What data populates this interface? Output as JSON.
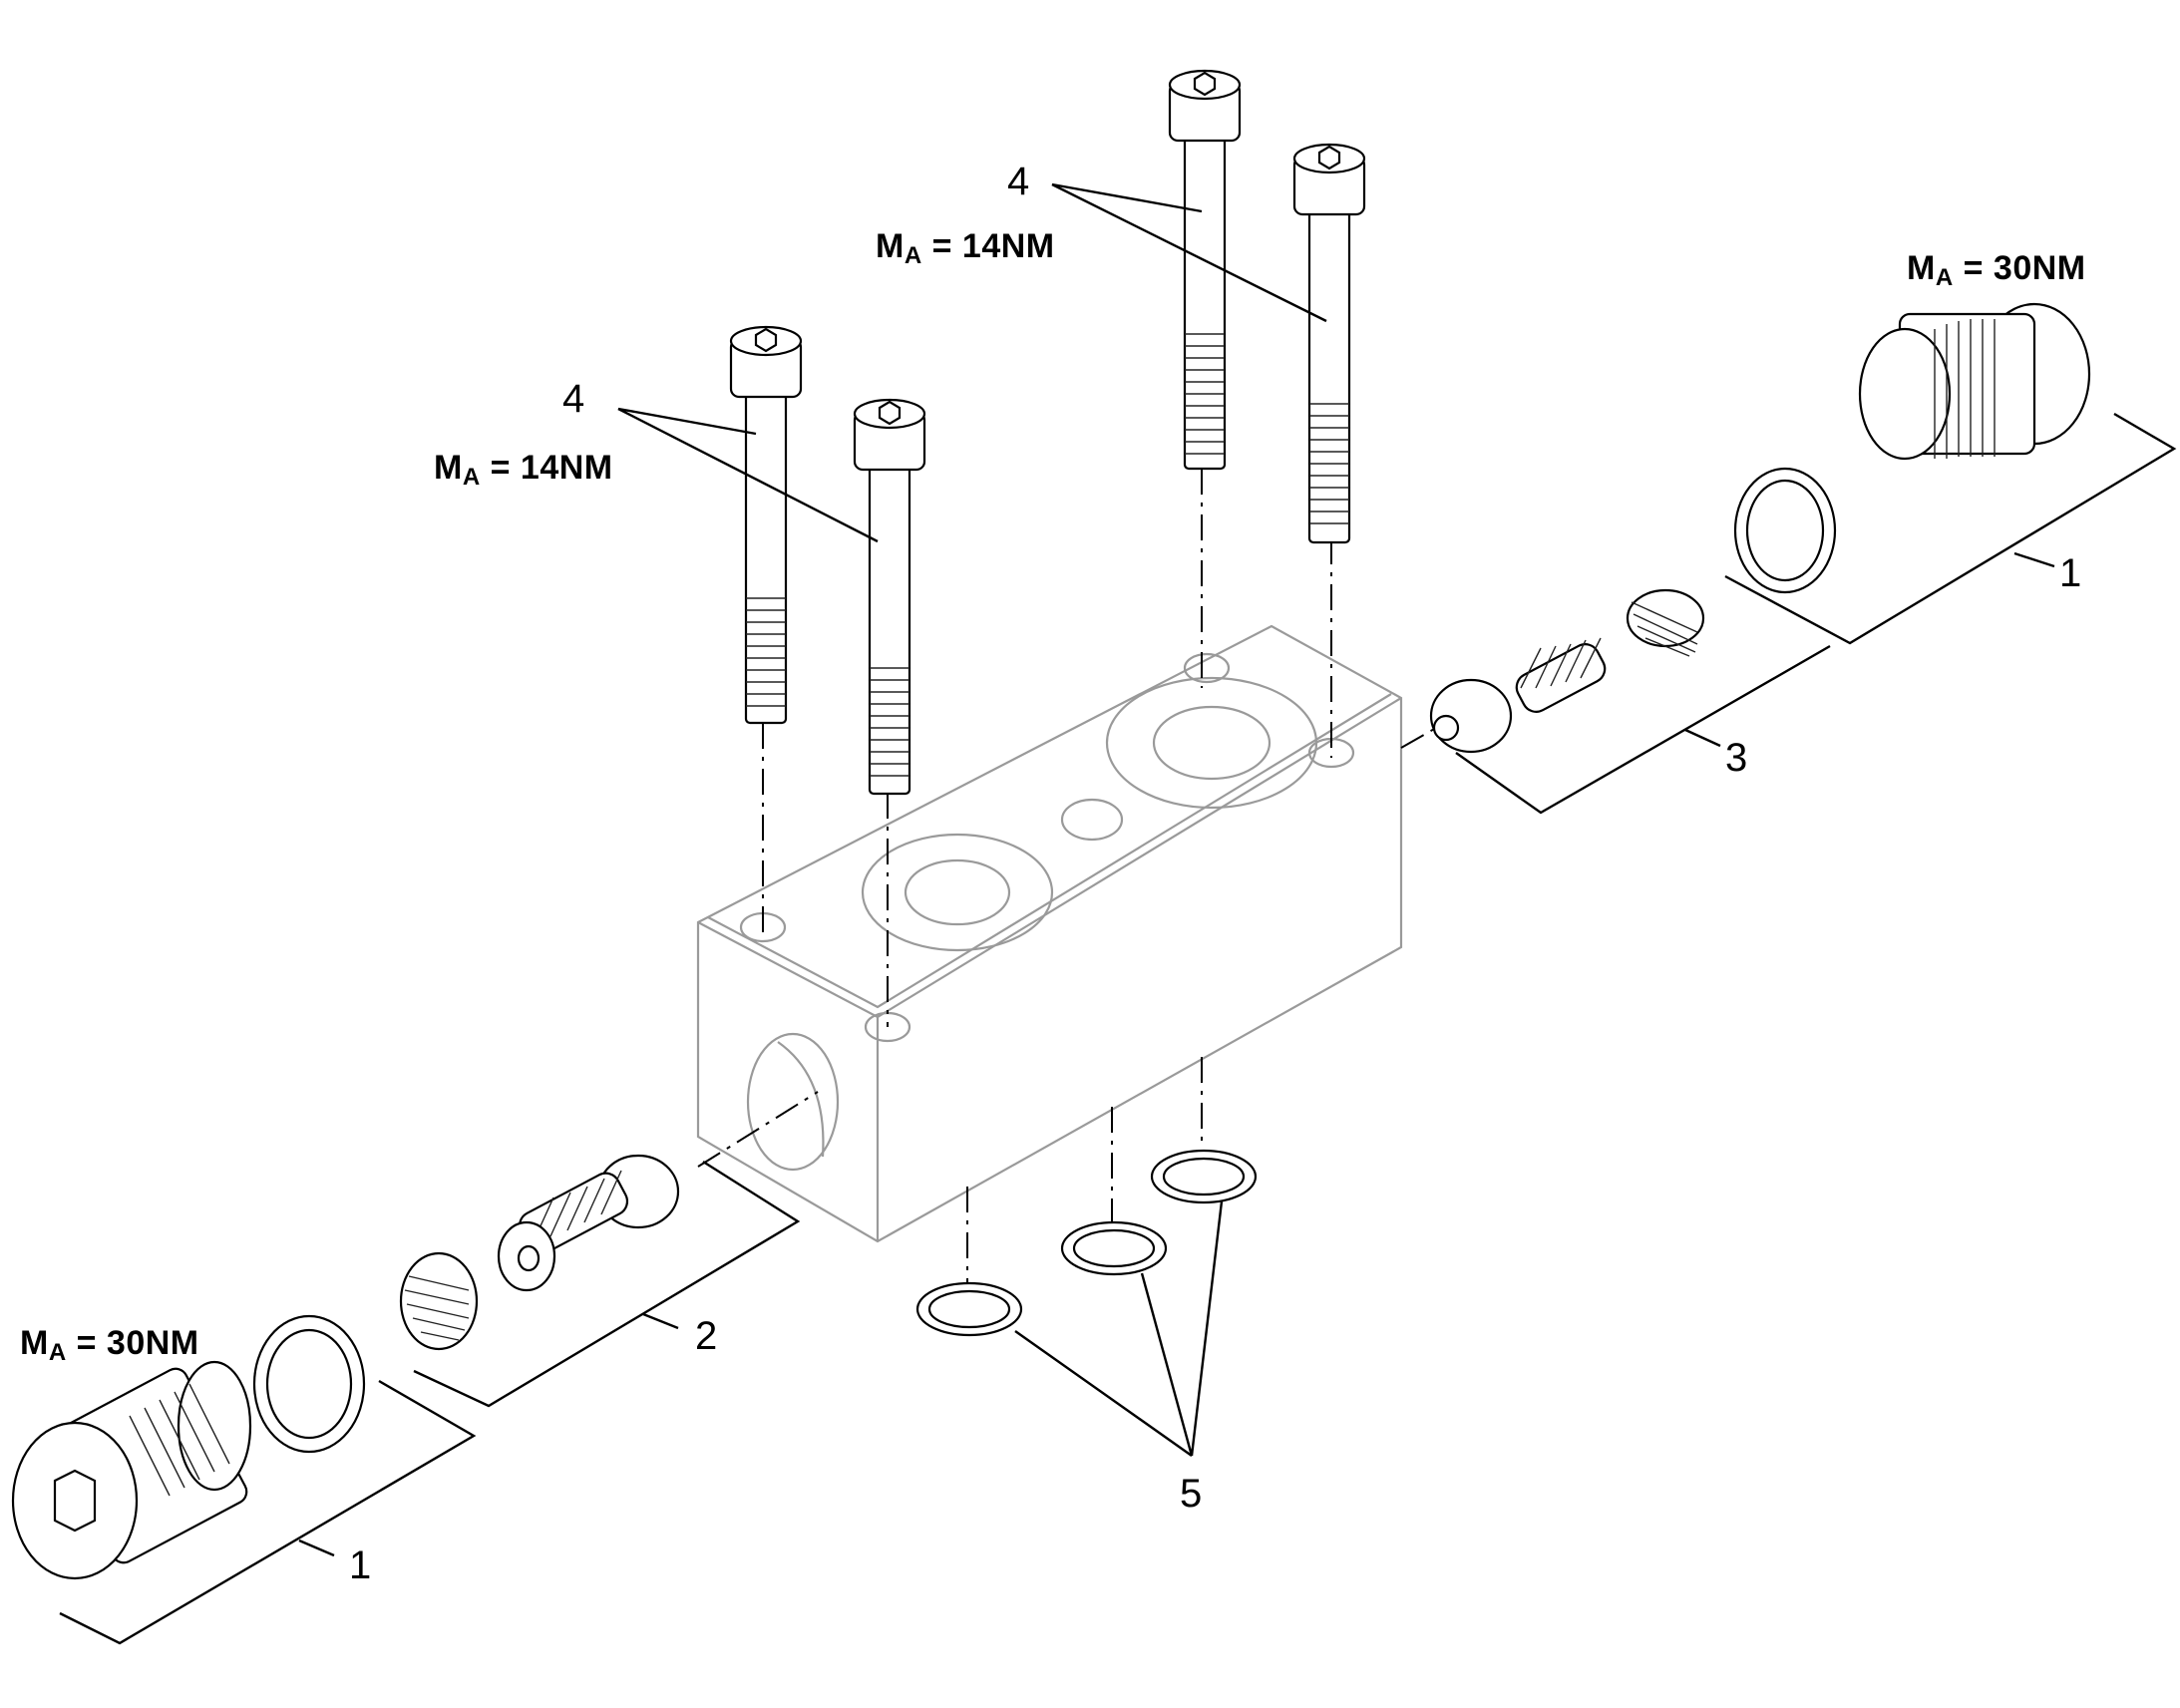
{
  "diagram": {
    "callouts": {
      "plug_left": "1",
      "plug_right": "1",
      "valve_left": "2",
      "valve_right": "3",
      "screws_left": "4",
      "screws_right": "4",
      "seals": "5"
    },
    "torque": {
      "symbol": "M",
      "subscript": "A",
      "screws_left": "= 14NM",
      "screws_right": "= 14NM",
      "plug_left": "= 30NM",
      "plug_right": "= 30NM"
    }
  }
}
